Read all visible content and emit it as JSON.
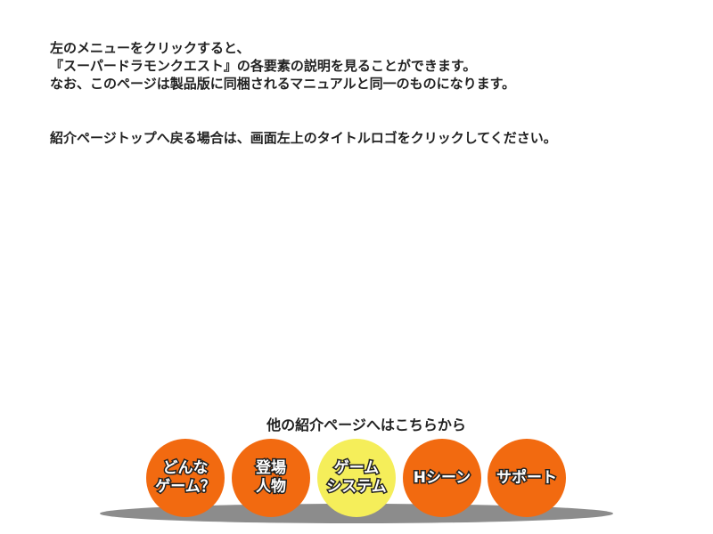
{
  "intro": {
    "lines": [
      "左のメニューをクリックすると、",
      "『スーパードラモンクエスト』の各要素の説明を見ることができます。",
      "なお、このページは製品版に同梱されるマニュアルと同一のものになります。"
    ],
    "back_note": "紹介ページトップへ戻る場合は、画面左上のタイトルロゴをクリックしてください。"
  },
  "other_pages": {
    "title": "他の紹介ページへはこちらから",
    "buttons": [
      {
        "label": "どんな\nゲーム？",
        "color": "#f26a10",
        "state": "normal"
      },
      {
        "label": "登場\n人物",
        "color": "#f26a10",
        "state": "normal"
      },
      {
        "label": "ゲーム\nシステム",
        "color": "#f5ee5a",
        "state": "current"
      },
      {
        "label": "Hシーン",
        "color": "#f26a10",
        "state": "normal"
      },
      {
        "label": "サポート",
        "color": "#f26a10",
        "state": "normal"
      }
    ]
  },
  "colors": {
    "text": "#222222",
    "button_orange": "#f26a10",
    "button_yellow": "#f5ee5a",
    "shadow": "#8c8c8c"
  }
}
